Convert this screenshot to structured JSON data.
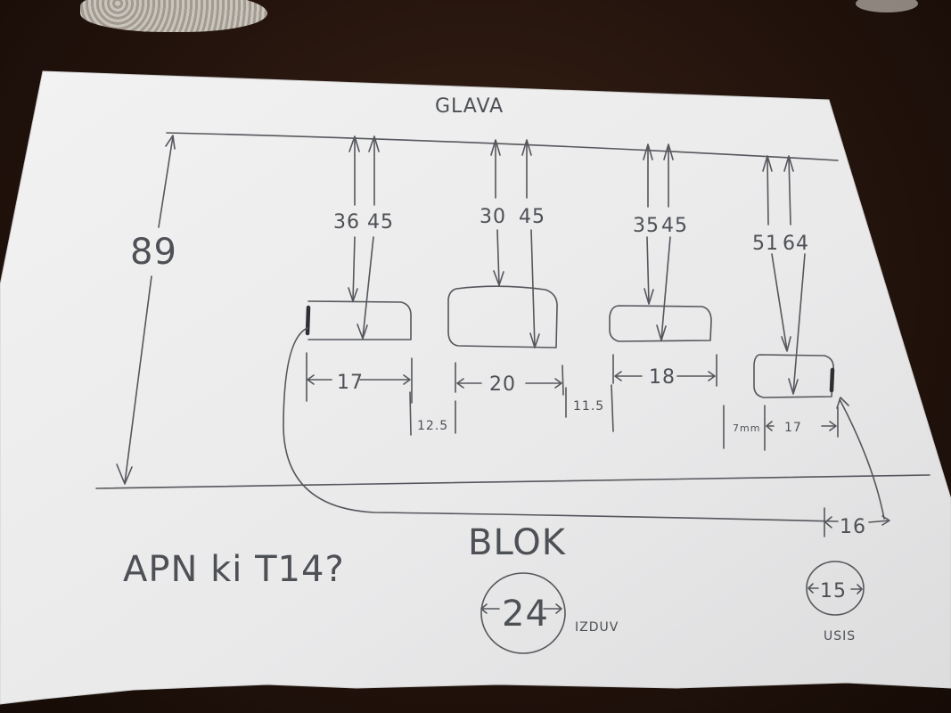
{
  "sketch": {
    "header": "GLAVA",
    "total_height": "89",
    "pairs": [
      {
        "left": "36",
        "right": "45"
      },
      {
        "left": "30",
        "right": "45"
      },
      {
        "left": "35",
        "right": "45"
      },
      {
        "left": "51",
        "right": "64"
      }
    ],
    "widths": [
      "17",
      "20",
      "18",
      "17"
    ],
    "gaps": [
      "12.5",
      "11.5",
      "7mm"
    ],
    "bottom_dim": "16",
    "question": "APN ki T14?",
    "block_label": "BLOK",
    "circle_left": {
      "value": "24",
      "label": "IZDUV"
    },
    "circle_right": {
      "value": "15",
      "label": "USIS"
    }
  },
  "colors": {
    "paper": "#efefef",
    "ink": "#55575c",
    "background": "#24140d"
  }
}
